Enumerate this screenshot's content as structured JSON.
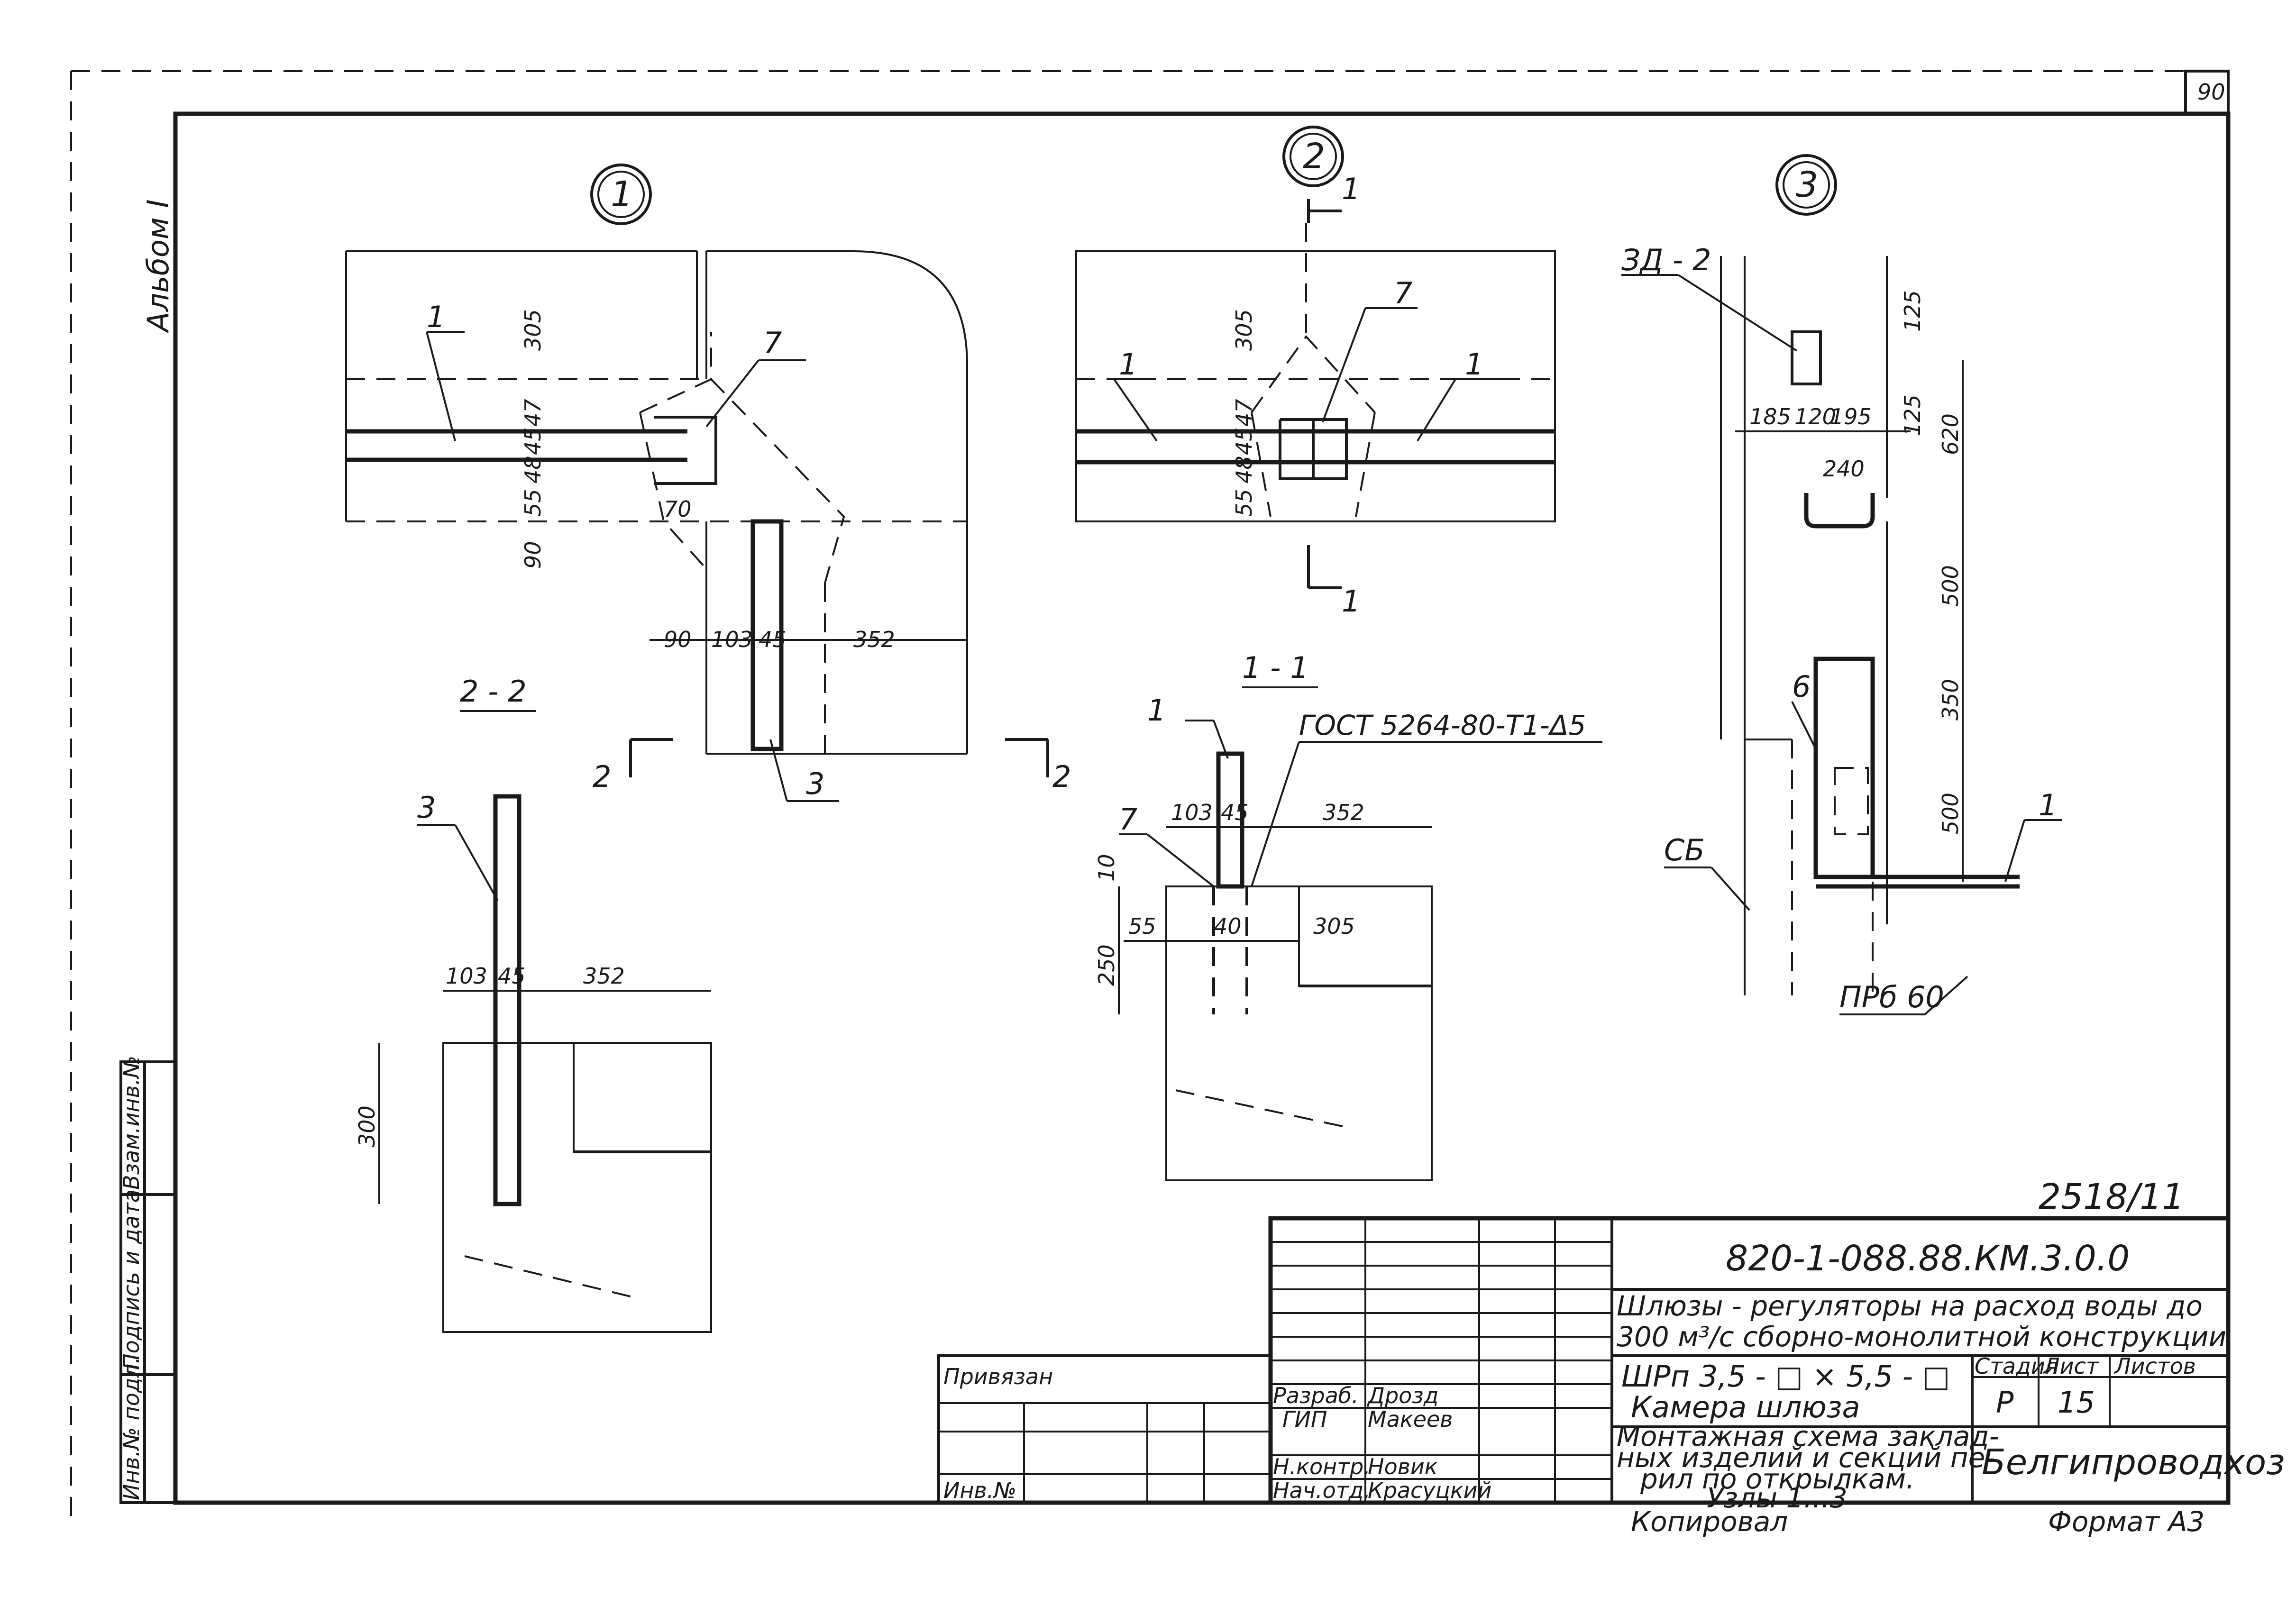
{
  "sheet": {
    "page_number": "90",
    "album": "Альбом I",
    "copy_mark": "2518/11",
    "copied_label": "Копировал",
    "format_label": "Формат А3"
  },
  "nodes": {
    "node1": "1",
    "node2": "2",
    "node3": "3"
  },
  "sections": {
    "sec_2_2": "2 - 2",
    "sec_1_1": "1 - 1",
    "cut_1": "1",
    "cut_2": "2"
  },
  "callouts": {
    "item_1": "1",
    "item_3": "3",
    "item_6": "6",
    "item_7": "7",
    "zd2": "ЗД - 2",
    "sb": "СБ",
    "prb60": "ПРб 60",
    "weld": "ГОСТ 5264-80-Т1-Δ5"
  },
  "dims": {
    "d305": "305",
    "d47": "47",
    "d45": "45",
    "d48": "48",
    "d55": "55",
    "d70": "70",
    "d90": "90",
    "d103": "103",
    "d352": "352",
    "d300": "300",
    "d10": "10",
    "d250": "250",
    "d40": "40",
    "d125": "125",
    "d185": "185",
    "d120": "120",
    "d195": "195",
    "d240": "240",
    "d620": "620",
    "d500": "500",
    "d350": "350"
  },
  "side_stamp": {
    "inv_orig": "Инв.№ подл.",
    "sign_date": "Подпись и дата",
    "repl_inv": "Взам.инв.№"
  },
  "title_block": {
    "doc_code": "820-1-088.88.КМ.3.0.0",
    "project_line1": "Шлюзы - регуляторы на расход воды до",
    "project_line2": "300 м³/с сборно-монолитной конструкции",
    "object_line1": "ШРп 3,5 - □ × 5,5 - □",
    "object_line2": "Камера шлюза",
    "sheet_line1": "Монтажная схема заклад-",
    "sheet_line2": "ных изделий и секций пе-",
    "sheet_line3": "рил по открылкам.",
    "sheet_line4": "Узлы 1...3",
    "stage_label": "Стадия",
    "list_label": "Лист",
    "lists_label": "Листов",
    "stage_value": "Р",
    "list_value": "15",
    "organization": "Белгипроводхоз",
    "privyazan": "Привязан",
    "inv_no": "Инв.№",
    "roles": [
      {
        "role": "Разраб.",
        "name": "Дрозд"
      },
      {
        "role": "ГИП",
        "name": "Макеев"
      },
      {
        "role": "Н.контр.",
        "name": "Новик"
      },
      {
        "role": "Нач.отд.",
        "name": "Красуцкий"
      }
    ]
  }
}
